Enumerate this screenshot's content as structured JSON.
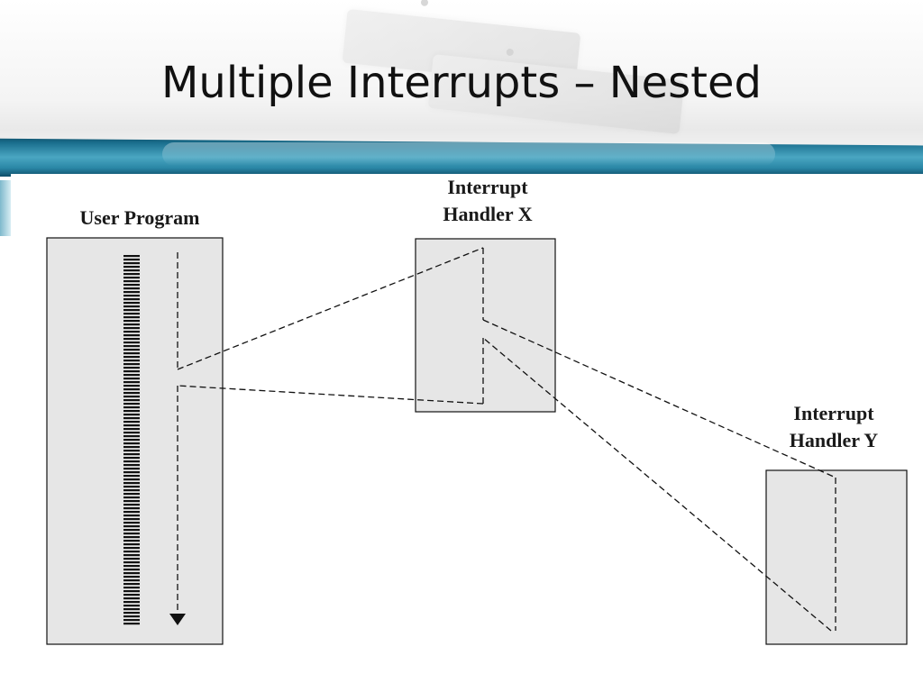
{
  "slide": {
    "title": "Multiple Interrupts – Nested"
  },
  "diagram": {
    "boxes": [
      {
        "id": "user-program",
        "label_lines": [
          "User Program"
        ]
      },
      {
        "id": "handler-x",
        "label_lines": [
          "Interrupt",
          "Handler X"
        ]
      },
      {
        "id": "handler-y",
        "label_lines": [
          "Interrupt",
          "Handler Y"
        ]
      }
    ]
  },
  "colors": {
    "box_fill": "#e6e6e6",
    "line": "#111111",
    "band_teal": "#2a87a6"
  }
}
